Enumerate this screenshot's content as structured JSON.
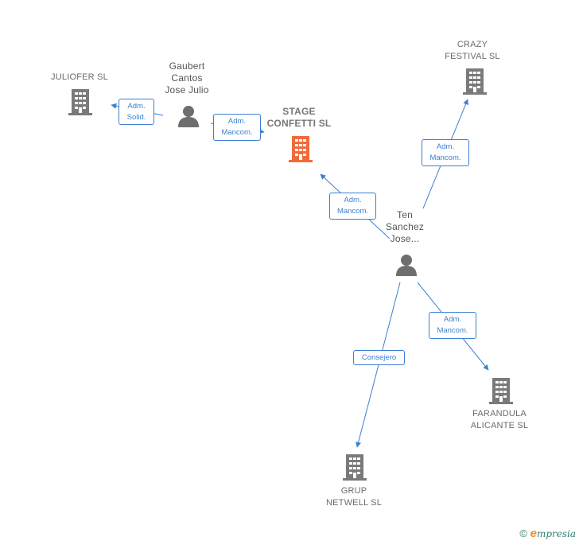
{
  "colors": {
    "building": "#7a7a7a",
    "focus": "#f26a3a",
    "person": "#6e6e6e",
    "edge": "#3d7fd1"
  },
  "nodes": {
    "juliofer": {
      "label": "JULIOFER  SL",
      "kind": "company"
    },
    "gaubert": {
      "label": "Gaubert\nCantos\nJose Julio",
      "kind": "person"
    },
    "stage": {
      "label": "STAGE\nCONFETTI  SL",
      "kind": "focus-company"
    },
    "crazy": {
      "label": "CRAZY\nFESTIVAL  SL",
      "kind": "company"
    },
    "ten": {
      "label": "Ten\nSanchez\nJose...",
      "kind": "person"
    },
    "farandula": {
      "label": "FARANDULA\nALICANTE  SL",
      "kind": "company"
    },
    "grup": {
      "label": "GRUP\nNETWELL SL",
      "kind": "company"
    }
  },
  "edges": {
    "gaubert_juliofer": "Adm.\nSolid.",
    "gaubert_stage": "Adm.\nMancom.",
    "ten_stage": "Adm.\nMancom.",
    "ten_crazy": "Adm.\nMancom.",
    "ten_farandula": "Adm.\nMancom.",
    "ten_grup": "Consejero"
  },
  "footer": {
    "copyright": "©",
    "brand_e": "e",
    "brand_rest": "mpresia"
  }
}
